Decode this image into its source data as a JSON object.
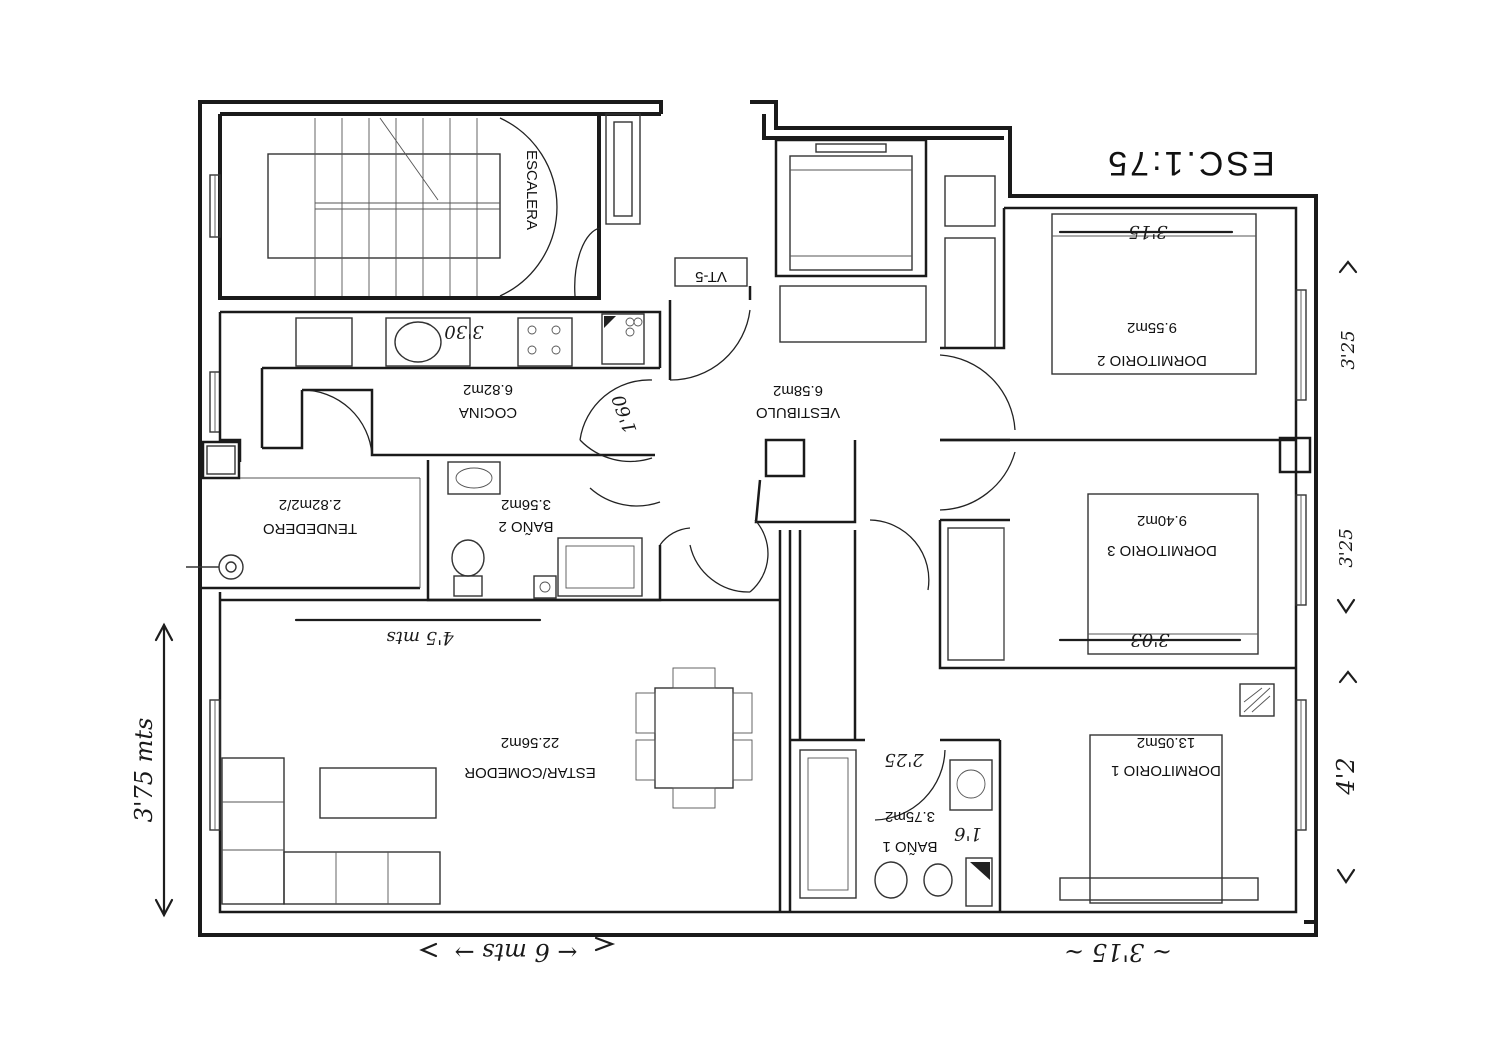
{
  "plan": {
    "scale": "ESC.1:75",
    "tag": "VT-5",
    "rooms": {
      "escalera": {
        "name": "ESCALERA"
      },
      "cocina": {
        "name": "COCINA",
        "area": "6.82m2"
      },
      "tendedero": {
        "name": "TENDEDERO",
        "area": "2.82m2/2"
      },
      "bano2": {
        "name": "BAÑO 2",
        "area": "3.56m2"
      },
      "vestibulo": {
        "name": "VESTIBULO",
        "area": "6.58m2"
      },
      "dormitorio2": {
        "name": "DORMITORIO 2",
        "area": "9.55m2"
      },
      "dormitorio3": {
        "name": "DORMITORIO 3",
        "area": "9.40m2"
      },
      "dormitorio1": {
        "name": "DORMITORIO 1",
        "area": "13.05m2"
      },
      "estar": {
        "name": "ESTAR/COMEDOR",
        "area": "22.56m2"
      },
      "bano1": {
        "name": "BAÑO 1",
        "area": "3.75m2"
      }
    },
    "handwritten": {
      "bottom_left": "← 6 mts →",
      "bottom_right": "~ 3'15 ~",
      "left_vertical": "3'75 mts",
      "estar_width": "4'5 mts",
      "dorm2_width": "3'15",
      "dorm3_width": "3'03",
      "right_top": "3'25",
      "right_mid": "3'25",
      "right_bottom": "4'2",
      "cocina_dim": "3'30",
      "vestibulo_dim": "1'60",
      "bano1_dim": "2'25",
      "bano1_small": "1'6"
    }
  }
}
